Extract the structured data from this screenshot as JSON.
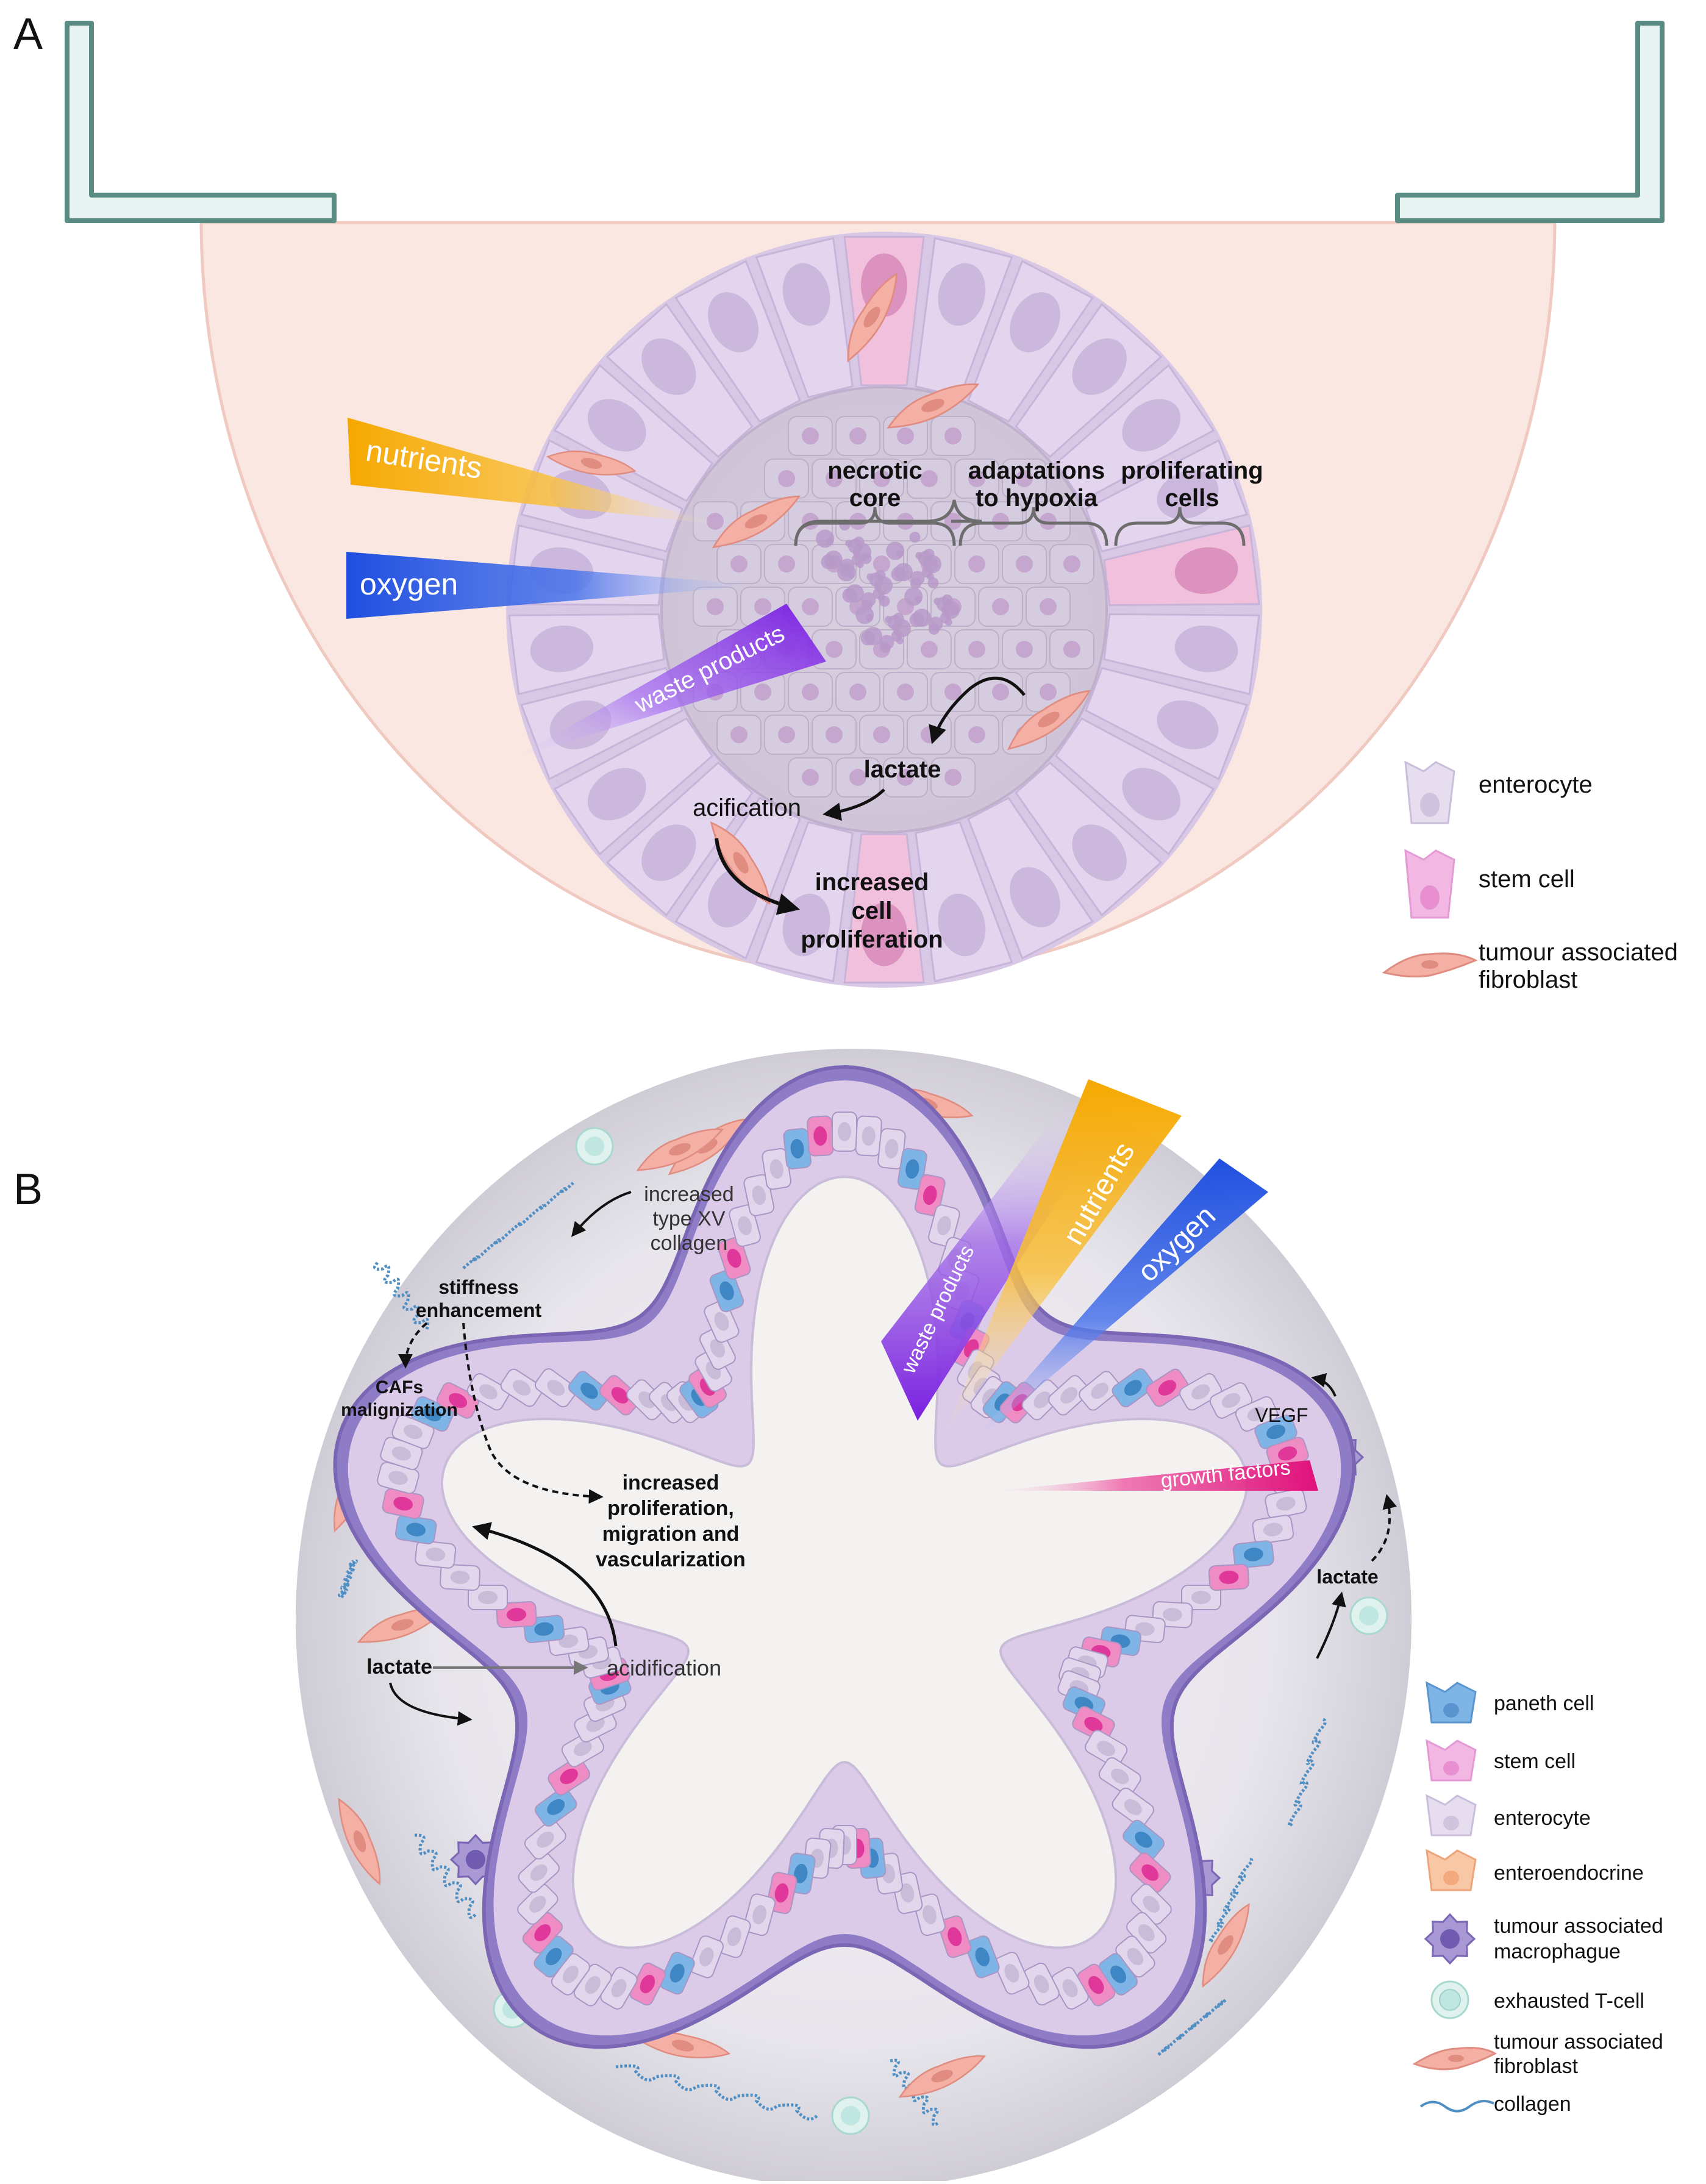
{
  "panel_a": {
    "label": "A",
    "gradients": {
      "nutrients": "nutrients",
      "oxygen": "oxygen",
      "waste": "waste products"
    },
    "zones": {
      "necrotic_1": "necrotic",
      "necrotic_2": "core",
      "hypoxia_1": "adaptations",
      "hypoxia_2": "to hypoxia",
      "prolif_1": "proliferating",
      "prolif_2": "cells"
    },
    "annotations": {
      "lactate": "lactate",
      "acification": "acification",
      "increased_1": "increased",
      "increased_2": "cell",
      "increased_3": "proliferation"
    },
    "legend": {
      "enterocyte": "enterocyte",
      "stem": "stem cell",
      "fibro_1": "tumour associated",
      "fibro_2": "fibroblast"
    }
  },
  "panel_b": {
    "label": "B",
    "gradients": {
      "waste": "waste products",
      "nutrients": "nutrients",
      "oxygen": "oxygen",
      "growth": "growth factors"
    },
    "annotations": {
      "collagen_1": "increased",
      "collagen_2": "type XV",
      "collagen_3": "collagen",
      "stiff_1": "stiffness",
      "stiff_2": "enhancement",
      "cafs_1": "CAFs",
      "cafs_2": "malignization",
      "prolif_1": "increased",
      "prolif_2": "proliferation,",
      "prolif_3": "migration and",
      "prolif_4": "vascularization",
      "lactate_left": "lactate",
      "acidification": "acidification",
      "vegf": "VEGF",
      "lactate_right": "lactate"
    },
    "legend": {
      "paneth": "paneth cell",
      "stem": "stem cell",
      "enterocyte": "enterocyte",
      "enteroendocrine": "enteroendocrine",
      "macro_1": "tumour associated",
      "macro_2": "macrophague",
      "tcell": "exhausted T-cell",
      "fibro_1": "tumour associated",
      "fibro_2": "fibroblast",
      "collagen": "collagen"
    }
  },
  "colors": {
    "paneth": "#7fb5e6",
    "stem": "#f08cc4",
    "enterocyte": "#e2d6ec",
    "enteroendocrine": "#f6b08a",
    "macrophage": "#8f7cc6",
    "tcell": "#bfe6e0",
    "fibroblast": "#f4b0a4",
    "collagen": "#4f8fc4",
    "nutrients": "#f6a800",
    "oxygen": "#1f4fe0",
    "waste": "#7a1fe0",
    "growth": "#e0107a"
  }
}
